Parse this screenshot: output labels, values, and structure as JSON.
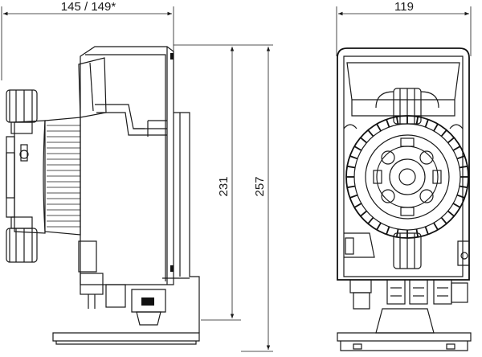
{
  "dimensions": {
    "width_side": "145 / 149*",
    "width_front": "119",
    "height_inner": "231",
    "height_outer": "257"
  }
}
